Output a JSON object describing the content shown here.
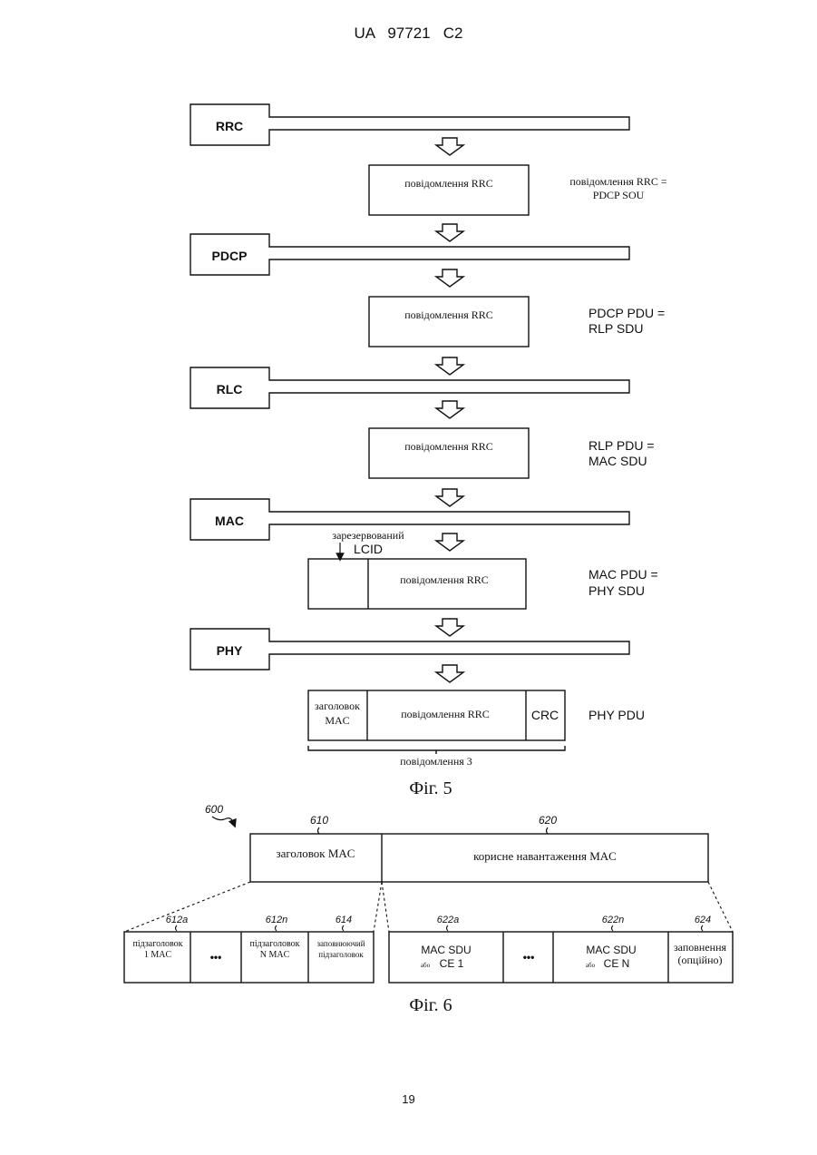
{
  "header": {
    "doc_id": "UA   97721   C2",
    "page_number": "19"
  },
  "fig5": {
    "layers": [
      "RRC",
      "PDCP",
      "RLC",
      "MAC",
      "PHY"
    ],
    "boxes": [
      {
        "payload": "повідомлення RRC",
        "note1": "повідомлення RRC =",
        "note2": "PDCP SOU"
      },
      {
        "payload": "повідомлення RRC",
        "note1": "PDCP PDU =",
        "note2": "RLP SDU"
      },
      {
        "payload": "повідомлення RRC",
        "note1": "RLP PDU =",
        "note2": "MAC SDU"
      },
      {
        "payload": "повідомлення RRC",
        "note1": "MAC PDU =",
        "note2": "PHY SDU"
      }
    ],
    "reserved_line1": "зарезервований",
    "reserved_line2": "LCID",
    "phy_header1": "заголовок",
    "phy_header2": "MAC",
    "phy_payload": "повідомлення RRC",
    "phy_crc": "CRC",
    "phy_note": "PHY PDU",
    "brace_label": "повідомлення 3",
    "caption": "Фіг. 5"
  },
  "fig6": {
    "ref_600": "600",
    "ref_610": "610",
    "ref_620": "620",
    "header_label": "заголовок MAC",
    "payload_label": "корисне навантаження MAC",
    "sub": [
      {
        "ref": "612a",
        "line1": "підзаголовок",
        "line2": "1 MAC"
      },
      {
        "ref": "",
        "line1": "•••",
        "line2": ""
      },
      {
        "ref": "612n",
        "line1": "підзаголовок",
        "line2": "N MAC"
      },
      {
        "ref": "614",
        "line1": "заповнюючий",
        "line2": "підзаголовок"
      },
      {
        "ref": "622a",
        "line1": "MAC SDU",
        "line2a": "або",
        "line2b": "CE 1"
      },
      {
        "ref": "",
        "line1": "•••",
        "line2": ""
      },
      {
        "ref": "622n",
        "line1": "MAC SDU",
        "line2a": "або",
        "line2b": "CE N"
      },
      {
        "ref": "624",
        "line1": "заповнення",
        "line2": "(опційно)"
      }
    ],
    "caption": "Фіг. 6"
  }
}
